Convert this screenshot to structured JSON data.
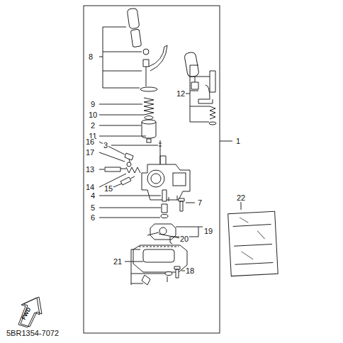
{
  "diagram": {
    "nodes": [
      {
        "text": [
          "FWD"
        ]
      }
    ],
    "labels": [
      "8",
      "12",
      "9",
      "10",
      "2",
      "11",
      "16",
      "3",
      "17",
      "1",
      "13",
      "14",
      "15",
      "4",
      "7",
      "5",
      "6",
      "22",
      "19",
      "20",
      "21",
      "18",
      "5BR1354-7072"
    ]
  }
}
